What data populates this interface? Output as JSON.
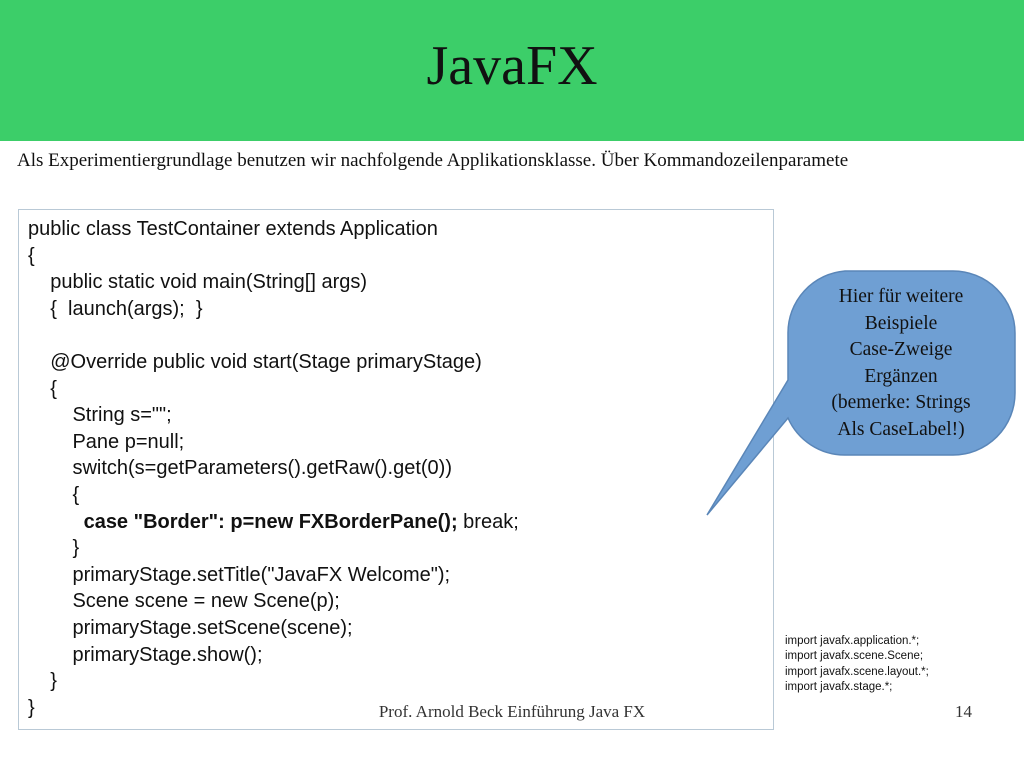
{
  "slide": {
    "title": "JavaFX",
    "intro": "Als Experimentiergrundlage benutzen wir nachfolgende Applikationsklasse. Über Kommandozeilenparamete",
    "accent_color": "#3cce69",
    "bubble_color": "#6f9fd3"
  },
  "code": {
    "line1": "public class TestContainer extends Application",
    "line2": "{",
    "line3": "    public static void main(String[] args)",
    "line4": "    {  launch(args);  }",
    "line5": "",
    "line6": "    @Override public void start(Stage primaryStage)",
    "line7": "    {",
    "line8": "        String s=\"\";",
    "line9": "        Pane p=null;",
    "line10": "        switch(s=getParameters().getRaw().get(0))",
    "line11": "        {",
    "line12_bold": "          case \"Border\": p=new FXBorderPane();",
    "line12_rest": " break;",
    "line13": "        }",
    "line14": "        primaryStage.setTitle(\"JavaFX Welcome\");",
    "line15": "        Scene scene = new Scene(p);",
    "line16": "        primaryStage.setScene(scene);",
    "line17": "        primaryStage.show();",
    "line18": "    }",
    "line19": "}"
  },
  "bubble": {
    "line1": "Hier für weitere",
    "line2": "Beispiele",
    "line3": "Case-Zweige",
    "line4": "Ergänzen",
    "line5": "(bemerke: Strings",
    "line6": "Als CaseLabel!)"
  },
  "imports": {
    "line1": "import javafx.application.*;",
    "line2": "import javafx.scene.Scene;",
    "line3": "import javafx.scene.layout.*;",
    "line4": "import javafx.stage.*;"
  },
  "footer": {
    "text": "Prof. Arnold Beck Einführung Java FX",
    "page_number": "14"
  }
}
